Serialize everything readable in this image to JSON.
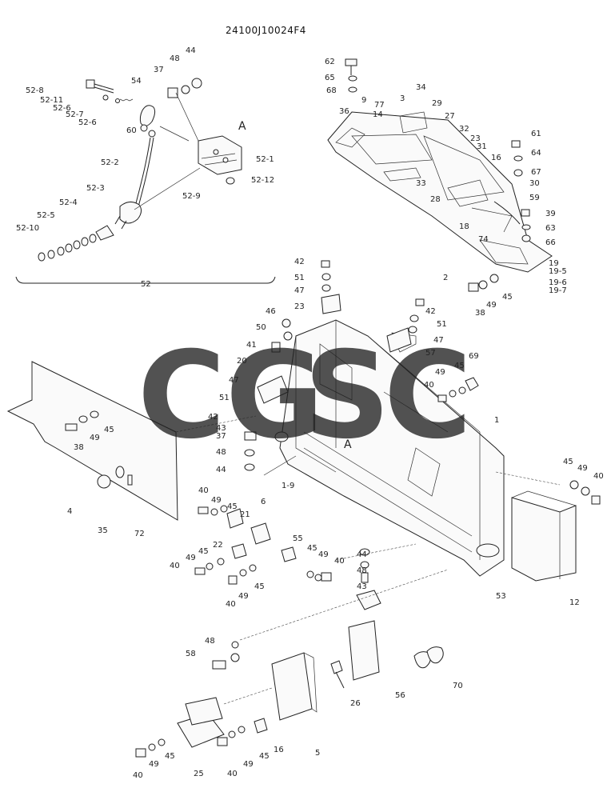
{
  "diagram": {
    "code": "24100J10024F4",
    "view_marker": "A",
    "watermark": {
      "letters": [
        "C",
        "G",
        "S",
        "C"
      ],
      "colors": [
        "#4a8ff0",
        "#ef3e36",
        "#f7c21b",
        "#1f9a5a"
      ]
    },
    "labels": [
      "52-8",
      "52-11",
      "52-6",
      "52-7",
      "52-6",
      "54",
      "37",
      "48",
      "44",
      "60",
      "52-1",
      "52-12",
      "52-2",
      "52-3",
      "52-4",
      "52-5",
      "52-10",
      "52-9",
      "52",
      "62",
      "65",
      "68",
      "36",
      "9",
      "77",
      "14",
      "3",
      "34",
      "29",
      "27",
      "32",
      "23",
      "31",
      "16",
      "61",
      "64",
      "67",
      "33",
      "28",
      "30",
      "59",
      "18",
      "74",
      "39",
      "63",
      "66",
      "19",
      "19-5",
      "19-6",
      "19-7",
      "2",
      "38",
      "49",
      "45",
      "42",
      "51",
      "47",
      "23",
      "46",
      "50",
      "42",
      "51",
      "47",
      "57",
      "41",
      "20",
      "47",
      "51",
      "42",
      "43",
      "37",
      "48",
      "44",
      "1-9",
      "69",
      "45",
      "49",
      "40",
      "1",
      "4",
      "38",
      "49",
      "45",
      "35",
      "72",
      "45",
      "49",
      "40",
      "12",
      "53",
      "40",
      "49",
      "45",
      "21",
      "6",
      "22",
      "45",
      "49",
      "40",
      "55",
      "45",
      "49",
      "40",
      "40",
      "49",
      "45",
      "44",
      "48",
      "43",
      "48",
      "58",
      "26",
      "56",
      "70",
      "40",
      "49",
      "45",
      "25",
      "40",
      "49",
      "45",
      "16",
      "5"
    ]
  }
}
